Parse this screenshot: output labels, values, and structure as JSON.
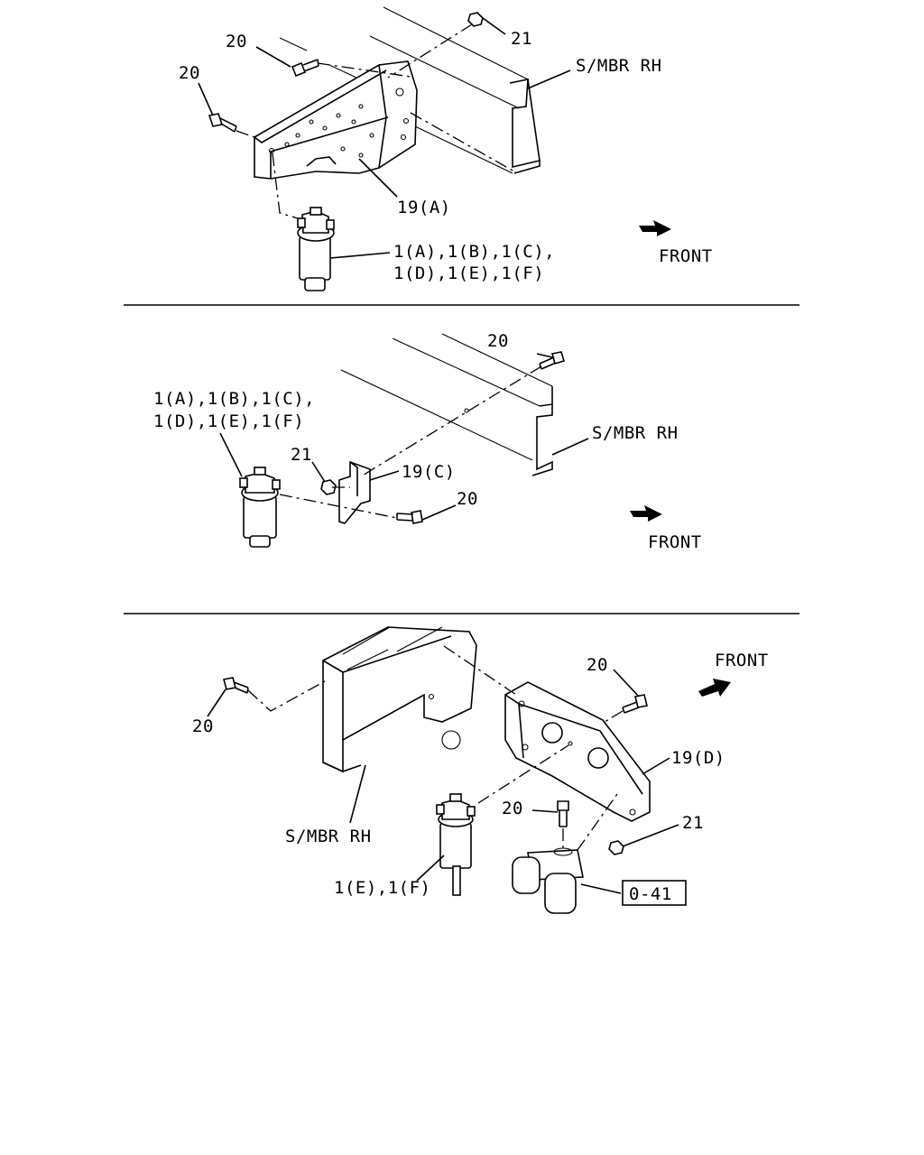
{
  "panel_a": {
    "label_bolt_1": "20",
    "label_bolt_2": "20",
    "label_nut": "21",
    "label_member": "S/MBR RH",
    "label_bracket": "19(A)",
    "label_filter_line1": "1(A),1(B),1(C),",
    "label_filter_line2": "1(D),1(E),1(F)",
    "label_front": "FRONT"
  },
  "panel_c": {
    "label_bolt_top": "20",
    "label_filter_line1": "1(A),1(B),1(C),",
    "label_filter_line2": "1(D),1(E),1(F)",
    "label_nut": "21",
    "label_bracket": "19(C)",
    "label_bolt_bottom": "20",
    "label_member": "S/MBR RH",
    "label_front": "FRONT"
  },
  "panel_d": {
    "label_front": "FRONT",
    "label_bolt_right": "20",
    "label_bolt_left": "20",
    "label_bracket": "19(D)",
    "label_bolt_center": "20",
    "label_nut": "21",
    "label_member": "S/MBR RH",
    "label_filter": "1(E),1(F)",
    "label_ref": "0-41"
  }
}
